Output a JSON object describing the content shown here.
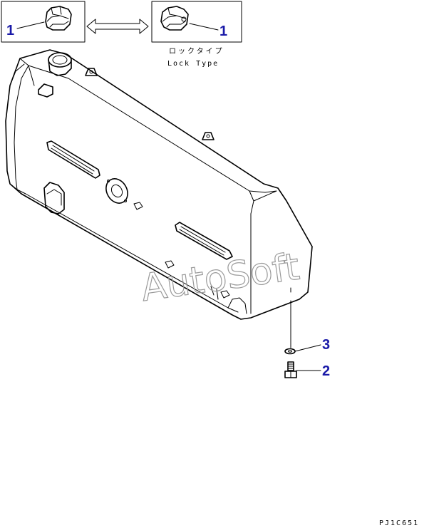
{
  "diagram": {
    "callouts": [
      {
        "id": "cap-standard",
        "label": "1"
      },
      {
        "id": "cap-lock",
        "label": "1"
      },
      {
        "id": "washer",
        "label": "3"
      },
      {
        "id": "bolt",
        "label": "2"
      }
    ],
    "lock_type_caption_jp": "ロックタイプ",
    "lock_type_caption_en": "Lock Type",
    "watermark": "AutoSoft",
    "drawing_code": "PJ1C651"
  },
  "colors": {
    "callout": "#1a1aa8",
    "line": "#000000",
    "watermark": "#9a9a9a"
  }
}
